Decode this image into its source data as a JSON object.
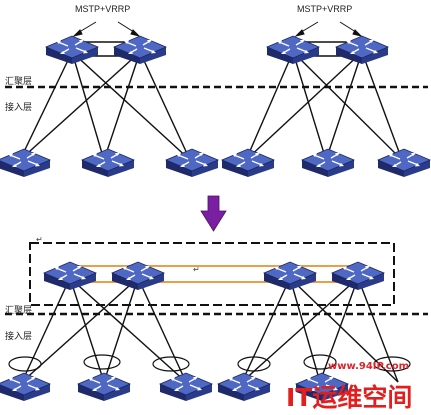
{
  "top_left": {
    "protocol": "MSTP+VRRP",
    "aggregation_layer": "汇聚层",
    "access_layer": "接入层"
  },
  "top_right": {
    "protocol": "MSTP+VRRP"
  },
  "bottom": {
    "aggregation_layer": "汇聚层",
    "access_layer": "接入层"
  },
  "arrow_color": "#7b1fa2",
  "irf_link_color": "#e8902f",
  "watermark": {
    "url": "www.94IP.com",
    "name": "IT运维空间",
    "color": "#e31e1e"
  },
  "icons": [
    "switch-icon",
    "down-arrow-icon",
    "lag-ellipse-icon",
    "irf-box-icon"
  ]
}
